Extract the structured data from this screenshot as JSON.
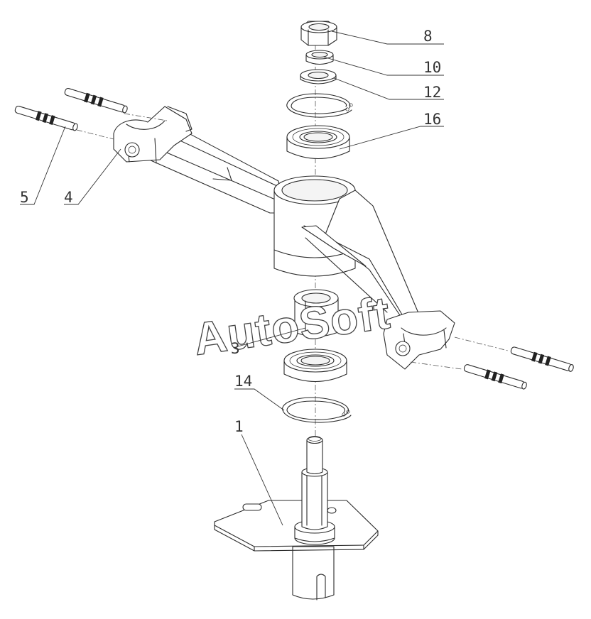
{
  "watermark": "AutoSoft",
  "callouts": [
    {
      "id": "8",
      "label": "8"
    },
    {
      "id": "10",
      "label": "10"
    },
    {
      "id": "12",
      "label": "12"
    },
    {
      "id": "16",
      "label": "16"
    },
    {
      "id": "5",
      "label": "5"
    },
    {
      "id": "4",
      "label": "4"
    },
    {
      "id": "3",
      "label": "3"
    },
    {
      "id": "14",
      "label": "14"
    },
    {
      "id": "1",
      "label": "1"
    }
  ]
}
